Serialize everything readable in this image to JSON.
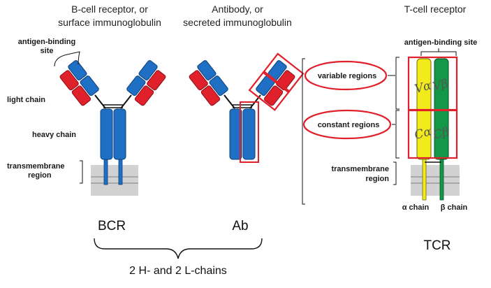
{
  "headers": {
    "bcr_line1": "B-cell receptor, or",
    "bcr_line2": "surface immunoglobulin",
    "ab_line1": "Antibody, or",
    "ab_line2": "secreted immunoglobulin",
    "tcr": "T-cell receptor"
  },
  "bcr_labels": {
    "antigen_binding_line1": "antigen-binding",
    "antigen_binding_line2": "site",
    "light_chain": "light chain",
    "heavy_chain": "heavy chain",
    "transmembrane_line1": "transmembrane",
    "transmembrane_line2": "region"
  },
  "annotations": {
    "variable_regions": "variable regions",
    "constant_regions": "constant regions"
  },
  "tcr_labels": {
    "antigen_binding": "antigen-binding site",
    "transmembrane_line1": "transmembrane",
    "transmembrane_line2": "region",
    "alpha_chain": "α chain",
    "beta_chain": "β chain",
    "hand_va": "Vα",
    "hand_vb": "Vβ",
    "hand_ca": "Cα",
    "hand_cb": "Cβ"
  },
  "footer": {
    "bcr": "BCR",
    "ab": "Ab",
    "chains": "2 H- and 2 L-chains",
    "tcr": "TCR"
  },
  "colors": {
    "heavy_chain": "#1f6fc4",
    "light_chain": "#e0202a",
    "alpha_chain": "#f2ea1a",
    "beta_chain": "#139848",
    "membrane": "#d2d2d2",
    "annotation": "#e0202a"
  }
}
